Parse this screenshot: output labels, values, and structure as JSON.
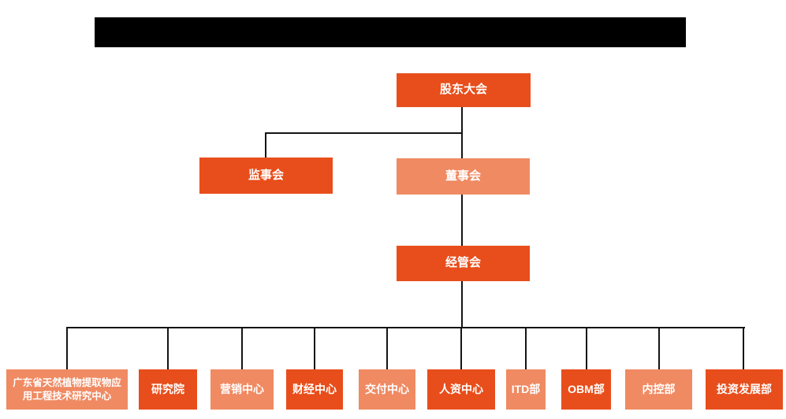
{
  "page": {
    "background": "#ffffff"
  },
  "header": {
    "redacted_title_text": ""
  },
  "colors": {
    "primary": "#e84e1b",
    "secondary": "#f08a62",
    "connector": "#141414",
    "node_text": "#ffffff",
    "redaction": "#000000"
  },
  "org_chart": {
    "type": "org-tree",
    "nodes": {
      "shareholders": {
        "label": "股东大会",
        "variant": "primary",
        "level": 1
      },
      "supervisory": {
        "label": "监事会",
        "variant": "primary",
        "level": 2
      },
      "board": {
        "label": "董事会",
        "variant": "secondary",
        "level": 2
      },
      "management": {
        "label": "经管会",
        "variant": "primary",
        "level": 3
      },
      "research_center": {
        "label": "广东省天然植物提取物应用工程技术研究中心",
        "variant": "secondary",
        "level": 4
      },
      "research_institute": {
        "label": "研究院",
        "variant": "primary",
        "level": 4
      },
      "marketing": {
        "label": "营销中心",
        "variant": "secondary",
        "level": 4
      },
      "finance": {
        "label": "财经中心",
        "variant": "primary",
        "level": 4
      },
      "delivery": {
        "label": "交付中心",
        "variant": "secondary",
        "level": 4
      },
      "hr": {
        "label": "人资中心",
        "variant": "primary",
        "level": 4
      },
      "itd": {
        "label": "ITD部",
        "variant": "secondary",
        "level": 4
      },
      "obm": {
        "label": "OBM部",
        "variant": "primary",
        "level": 4
      },
      "internal_control": {
        "label": "内控部",
        "variant": "secondary",
        "level": 4
      },
      "investment": {
        "label": "投资发展部",
        "variant": "primary",
        "level": 4
      }
    },
    "edges": [
      [
        "shareholders",
        "supervisory"
      ],
      [
        "shareholders",
        "board"
      ],
      [
        "board",
        "management"
      ],
      [
        "management",
        "research_center"
      ],
      [
        "management",
        "research_institute"
      ],
      [
        "management",
        "marketing"
      ],
      [
        "management",
        "finance"
      ],
      [
        "management",
        "delivery"
      ],
      [
        "management",
        "hr"
      ],
      [
        "management",
        "itd"
      ],
      [
        "management",
        "obm"
      ],
      [
        "management",
        "internal_control"
      ],
      [
        "management",
        "investment"
      ]
    ]
  }
}
